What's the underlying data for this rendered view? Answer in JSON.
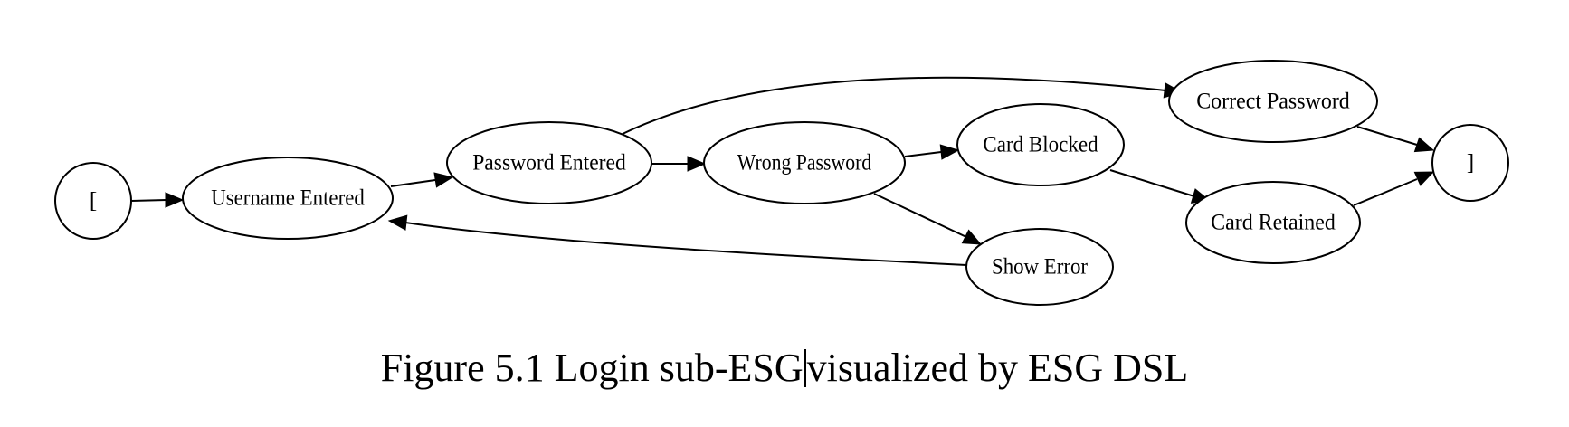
{
  "diagram": {
    "nodes": [
      {
        "id": "start",
        "label": "["
      },
      {
        "id": "username_entered",
        "label": "Username Entered"
      },
      {
        "id": "password_entered",
        "label": "Password Entered"
      },
      {
        "id": "wrong_password",
        "label": "Wrong Password"
      },
      {
        "id": "card_blocked",
        "label": "Card Blocked"
      },
      {
        "id": "correct_password",
        "label": "Correct Password"
      },
      {
        "id": "card_retained",
        "label": "Card Retained"
      },
      {
        "id": "show_error",
        "label": "Show Error"
      },
      {
        "id": "end",
        "label": "]"
      }
    ],
    "edges": [
      {
        "from": "start",
        "to": "username_entered"
      },
      {
        "from": "username_entered",
        "to": "password_entered"
      },
      {
        "from": "password_entered",
        "to": "wrong_password"
      },
      {
        "from": "password_entered",
        "to": "correct_password"
      },
      {
        "from": "wrong_password",
        "to": "card_blocked"
      },
      {
        "from": "wrong_password",
        "to": "show_error"
      },
      {
        "from": "card_blocked",
        "to": "card_retained"
      },
      {
        "from": "correct_password",
        "to": "end"
      },
      {
        "from": "card_retained",
        "to": "end"
      },
      {
        "from": "show_error",
        "to": "username_entered"
      }
    ]
  },
  "caption": {
    "before_cursor": "Figure 5.1 Login sub-ESG",
    "after_cursor": "visualized by ESG DSL"
  }
}
